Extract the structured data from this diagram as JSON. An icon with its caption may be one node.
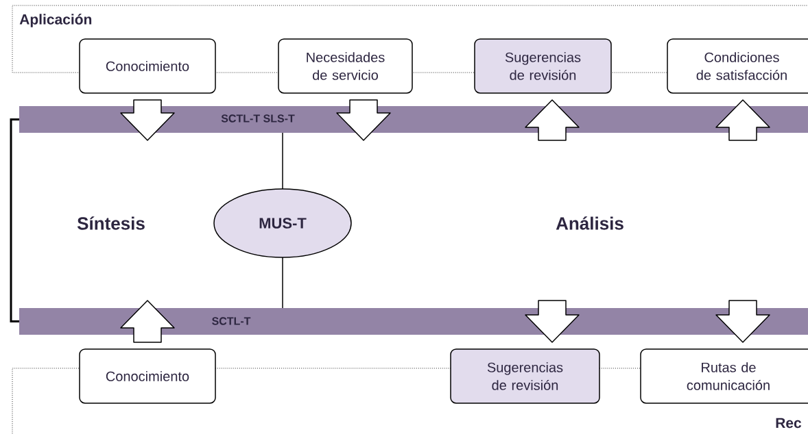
{
  "diagram": {
    "nodes": [
      {
        "text": [
          "Aplicación"
        ]
      },
      {
        "text": [
          "Conocimiento"
        ]
      },
      {
        "text": [
          "Necesidades de servicio"
        ]
      },
      {
        "text": [
          "Sugerencias de revisión"
        ]
      },
      {
        "text": [
          "Condiciones de satisfacción"
        ]
      },
      {
        "text": [
          "SCTL-T SLS-T"
        ]
      },
      {
        "text": [
          "MUS-T"
        ]
      },
      {
        "text": [
          "SCTL-T"
        ]
      },
      {
        "text": [
          "Conocimiento"
        ]
      },
      {
        "text": [
          "Sugerencias de revisión"
        ]
      },
      {
        "text": [
          "Rutas de comunicación"
        ]
      },
      {
        "text": [
          "Rec"
        ]
      }
    ],
    "edges": [
      {
        "from": 1,
        "to": 5,
        "arrow": "to"
      },
      {
        "from": 2,
        "to": 5,
        "arrow": "to"
      },
      {
        "from": 5,
        "to": 3,
        "arrow": "to"
      },
      {
        "from": 5,
        "to": 4,
        "arrow": "to"
      },
      {
        "from": 5,
        "to": 6,
        "arrow": "none"
      },
      {
        "from": 6,
        "to": 7,
        "arrow": "none"
      },
      {
        "from": 5,
        "to": 7,
        "arrow": "none"
      },
      {
        "from": 8,
        "to": 7,
        "arrow": "to"
      },
      {
        "from": 7,
        "to": 9,
        "arrow": "to"
      },
      {
        "from": 7,
        "to": 10,
        "arrow": "to"
      }
    ],
    "labels": [
      "Síntesis",
      "Análisis"
    ]
  }
}
